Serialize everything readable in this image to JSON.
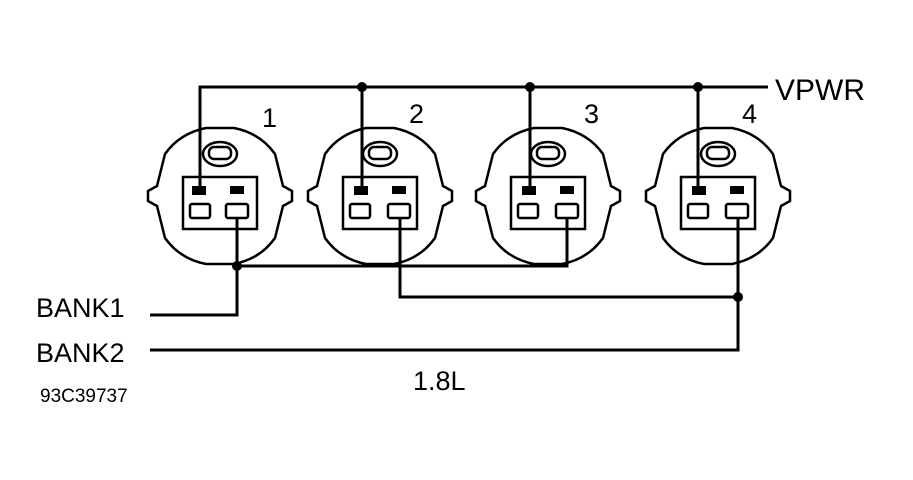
{
  "diagram": {
    "supply_label": "VPWR",
    "bank1_label": "BANK1",
    "bank2_label": "BANK2",
    "engine_label": "1.8L",
    "figure_code": "93C39737",
    "connectors": [
      {
        "number": "1"
      },
      {
        "number": "2"
      },
      {
        "number": "3"
      },
      {
        "number": "4"
      }
    ]
  }
}
